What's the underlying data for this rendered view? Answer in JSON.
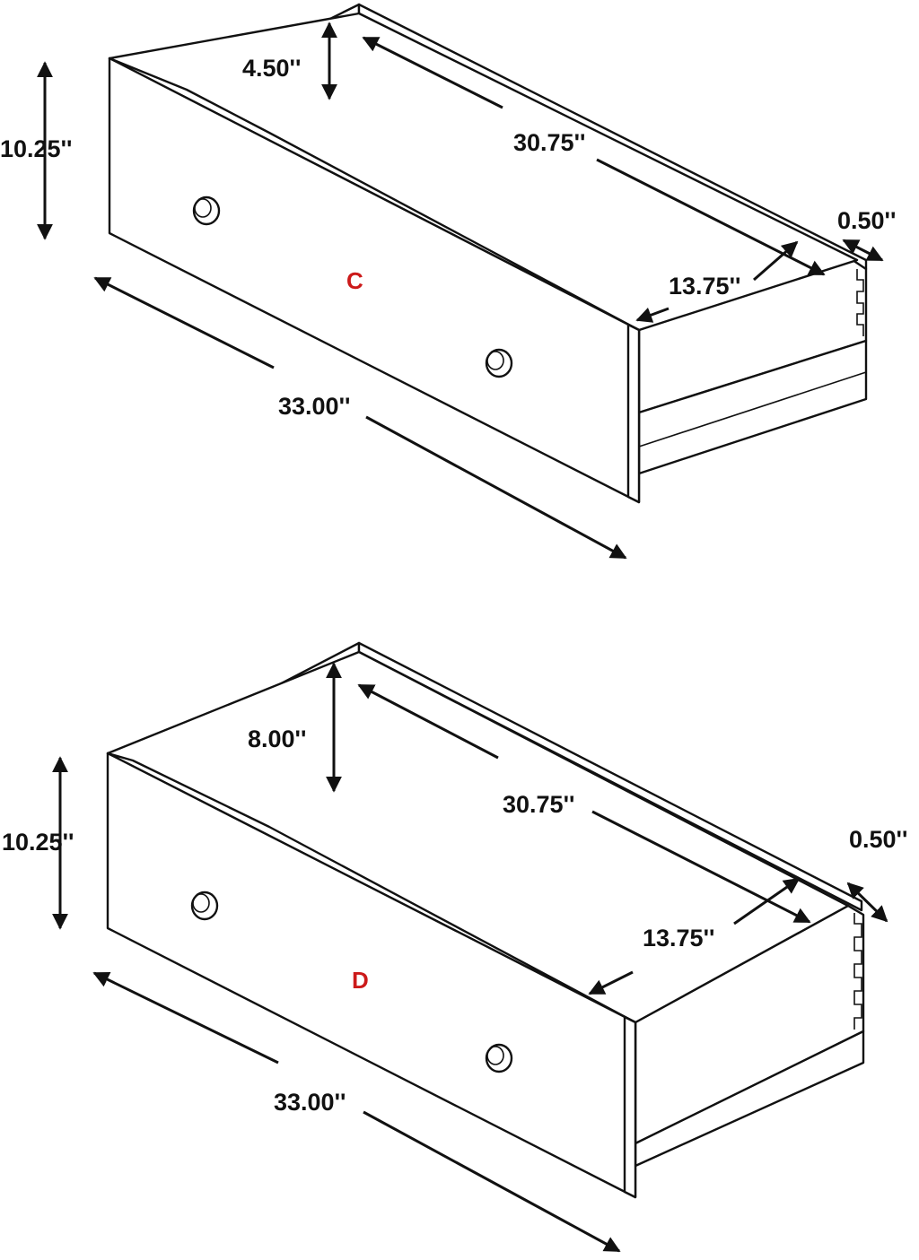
{
  "colors": {
    "line": "#111111",
    "background": "#ffffff",
    "label_accent": "#cc1a1a"
  },
  "drawers": [
    {
      "label": "C",
      "dims": {
        "height": "10.25''",
        "interior_depth": "4.50''",
        "interior_length": "30.75''",
        "side_thickness": "0.50''",
        "width": "13.75''",
        "length": "33.00''"
      }
    },
    {
      "label": "D",
      "dims": {
        "height": "10.25''",
        "interior_depth": "8.00''",
        "interior_length": "30.75''",
        "side_thickness": "0.50''",
        "width": "13.75''",
        "length": "33.00''"
      }
    }
  ]
}
